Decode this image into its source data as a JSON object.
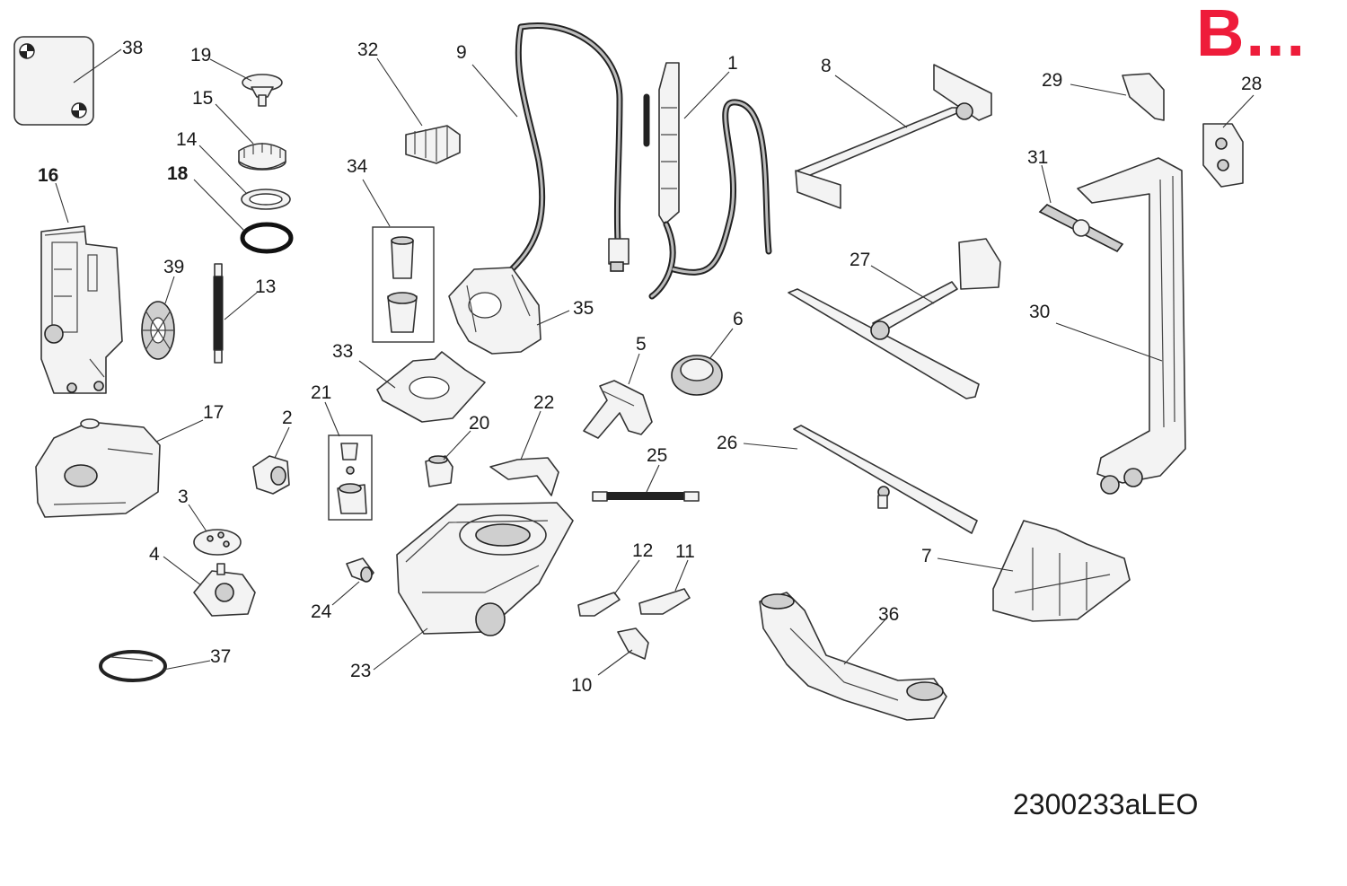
{
  "badge": {
    "text": "B...",
    "color": "#ee1c3a"
  },
  "reference_code": "2300233aLEO",
  "callouts": [
    {
      "id": "c1",
      "label": "1"
    },
    {
      "id": "c2",
      "label": "2"
    },
    {
      "id": "c3",
      "label": "3"
    },
    {
      "id": "c4",
      "label": "4"
    },
    {
      "id": "c5",
      "label": "5"
    },
    {
      "id": "c6",
      "label": "6"
    },
    {
      "id": "c7",
      "label": "7"
    },
    {
      "id": "c8",
      "label": "8"
    },
    {
      "id": "c9",
      "label": "9"
    },
    {
      "id": "c10",
      "label": "10"
    },
    {
      "id": "c11",
      "label": "11"
    },
    {
      "id": "c12",
      "label": "12"
    },
    {
      "id": "c13",
      "label": "13"
    },
    {
      "id": "c14",
      "label": "14"
    },
    {
      "id": "c15",
      "label": "15"
    },
    {
      "id": "c16",
      "label": "16"
    },
    {
      "id": "c17",
      "label": "17"
    },
    {
      "id": "c18",
      "label": "18"
    },
    {
      "id": "c19",
      "label": "19"
    },
    {
      "id": "c20",
      "label": "20"
    },
    {
      "id": "c21",
      "label": "21"
    },
    {
      "id": "c22",
      "label": "22"
    },
    {
      "id": "c23",
      "label": "23"
    },
    {
      "id": "c24",
      "label": "24"
    },
    {
      "id": "c25",
      "label": "25"
    },
    {
      "id": "c26",
      "label": "26"
    },
    {
      "id": "c27",
      "label": "27"
    },
    {
      "id": "c28",
      "label": "28"
    },
    {
      "id": "c29",
      "label": "29"
    },
    {
      "id": "c30",
      "label": "30"
    },
    {
      "id": "c31",
      "label": "31"
    },
    {
      "id": "c32",
      "label": "32"
    },
    {
      "id": "c33",
      "label": "33"
    },
    {
      "id": "c34",
      "label": "34"
    },
    {
      "id": "c35",
      "label": "35"
    },
    {
      "id": "c36",
      "label": "36"
    },
    {
      "id": "c37",
      "label": "37"
    },
    {
      "id": "c38",
      "label": "38"
    },
    {
      "id": "c39",
      "label": "39"
    }
  ]
}
